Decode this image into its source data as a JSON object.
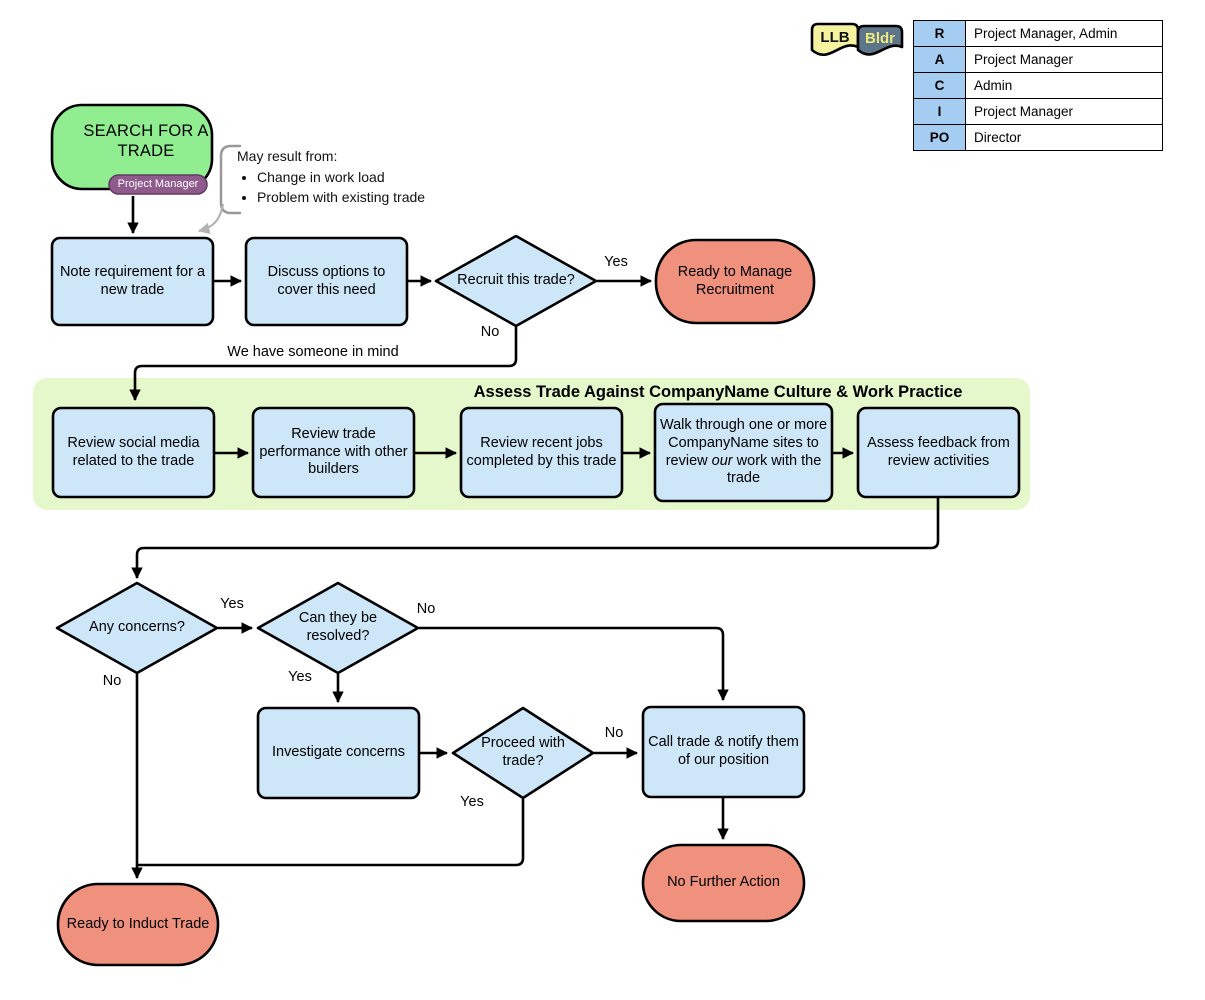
{
  "palette": {
    "process_fill": "#CDE6F8",
    "start_fill": "#90EE90",
    "terminal_fill": "#F0917E",
    "band_fill": "#E4F8CB",
    "role_badge_fill": "#8E5B8C",
    "table_key_fill": "#A5CDF1",
    "llb_fill": "#F5F2A0",
    "bldr_fill": "#5D7689",
    "bldr_text": "#EFE97D",
    "stroke": "#000000",
    "annotation_gray": "#999999"
  },
  "legend": {
    "badges": [
      {
        "label": "LLB"
      },
      {
        "label": "Bldr"
      }
    ],
    "raci": {
      "rows": [
        {
          "key": "R",
          "value": "Project Manager, Admin"
        },
        {
          "key": "A",
          "value": "Project Manager"
        },
        {
          "key": "C",
          "value": "Admin"
        },
        {
          "key": "I",
          "value": "Project Manager"
        },
        {
          "key": "PO",
          "value": "Director"
        }
      ]
    }
  },
  "start": {
    "label": "SEARCH FOR A TRADE",
    "role_badge": "Project Manager"
  },
  "annotation": {
    "title": "May result from:",
    "bullets": [
      "Change in work load",
      "Problem with existing trade"
    ]
  },
  "flow": {
    "note_requirement": "Note requirement for a new trade",
    "discuss_options": "Discuss options to cover this need",
    "recruit_q": "Recruit this trade?",
    "ready_manage": "Ready to Manage Recruitment",
    "band_title": "Assess Trade Against CompanyName Culture & Work Practice",
    "review_social": "Review social media related to the trade",
    "review_performance": "Review trade performance with other builders",
    "review_jobs": "Review recent jobs completed by this trade",
    "walk_pre": "Walk through one or more CompanyName sites to review ",
    "walk_em": "our",
    "walk_post": " work with the trade",
    "assess_feedback": "Assess feedback from review activities",
    "any_concerns": "Any concerns?",
    "can_resolved": "Can they be resolved?",
    "investigate": "Investigate concerns",
    "proceed_q": "Proceed with trade?",
    "call_trade": "Call trade & notify them of our position",
    "no_further": "No Further Action",
    "ready_induct": "Ready to Induct Trade"
  },
  "edges": {
    "recruit_yes": "Yes",
    "recruit_no": "No",
    "someone_in_mind": "We have someone in mind",
    "concerns_yes": "Yes",
    "concerns_no": "No",
    "resolved_no": "No",
    "resolved_yes": "Yes",
    "proceed_no": "No",
    "proceed_yes": "Yes"
  }
}
